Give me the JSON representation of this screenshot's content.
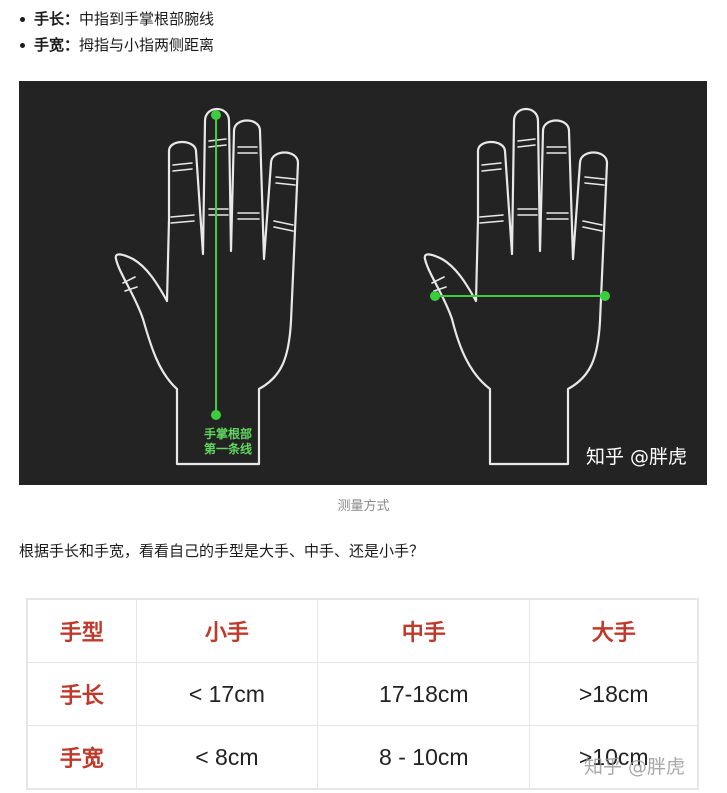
{
  "bullets": [
    {
      "term": "手长",
      "sep": "：",
      "desc": "中指到手掌根部腕线"
    },
    {
      "term": "手宽",
      "sep": "：",
      "desc": "拇指与小指两侧距离"
    }
  ],
  "figure": {
    "label_line1": "手掌根部",
    "label_line2": "第一条线",
    "watermark": "知乎 @胖虎",
    "line_color": "#3dcc3d",
    "background": "#232323"
  },
  "caption": "测量方式",
  "question": "根据手长和手宽，看看自己的手型是大手、中手、还是小手？",
  "table": {
    "headers": [
      "手型",
      "小手",
      "中手",
      "大手"
    ],
    "rows": [
      [
        "手长",
        "< 17cm",
        "17-18cm",
        ">18cm"
      ],
      [
        "手宽",
        "< 8cm",
        "8 - 10cm",
        ">10cm"
      ]
    ],
    "header_color": "#c0392b"
  },
  "watermark_bottom": "知乎 @胖虎"
}
